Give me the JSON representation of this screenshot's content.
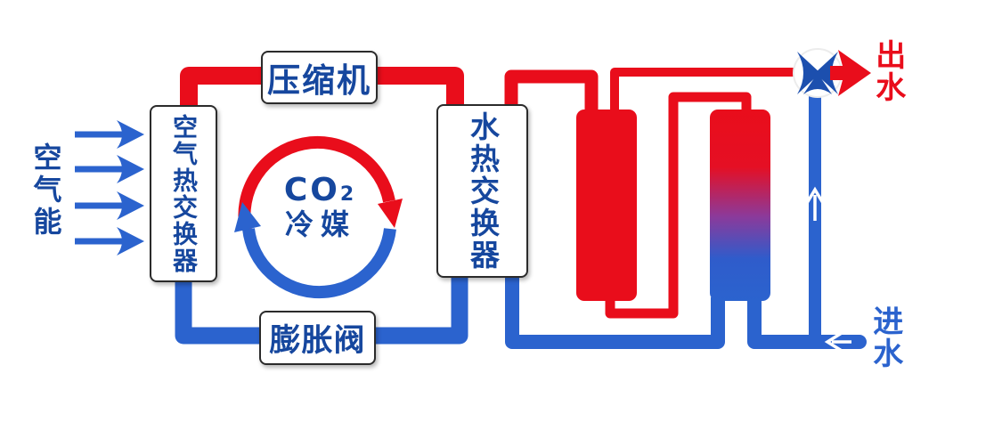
{
  "diagram": {
    "air_energy_label": "空气能",
    "compressor_label": "压缩机",
    "air_heat_exchanger_label": "空气热交换器",
    "co2_label": "CO",
    "co2_subscript": "2",
    "refrigerant_label": "冷媒",
    "water_heat_exchanger_label": "水热交换器",
    "expansion_valve_label": "膨胀阀",
    "water_outlet_label": "出水",
    "water_inlet_label": "进水"
  },
  "colors": {
    "hot_red": "#e90d1b",
    "cold_blue": "#2b63ce",
    "label_dark_blue": "#16479e",
    "box_border": "#2b2b2b",
    "tank_gradient_top": "#e90d1b",
    "tank_gradient_mid": "#8b3a9b",
    "tank_gradient_bottom": "#2b63ce"
  }
}
